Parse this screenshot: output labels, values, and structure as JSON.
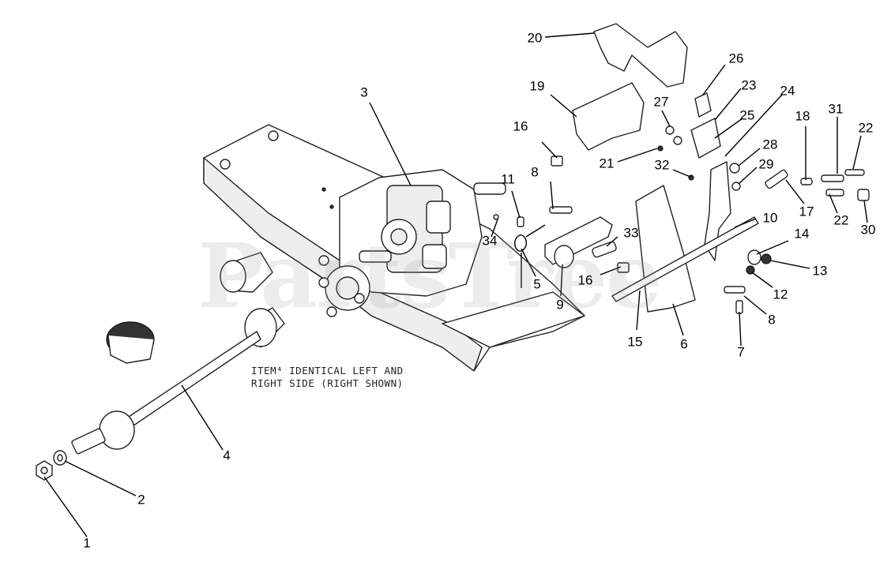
{
  "watermark": "PartsTree",
  "note": {
    "line1": "ITEM⁴ IDENTICAL LEFT AND",
    "line2": "RIGHT SIDE (RIGHT SHOWN)"
  },
  "callouts": [
    "1",
    "2",
    "3",
    "4",
    "5",
    "6",
    "7",
    "8",
    "8",
    "9",
    "10",
    "11",
    "12",
    "13",
    "14",
    "15",
    "16",
    "16",
    "17",
    "18",
    "19",
    "20",
    "21",
    "22",
    "22",
    "23",
    "24",
    "25",
    "26",
    "27",
    "28",
    "29",
    "30",
    "31",
    "32",
    "33",
    "34"
  ]
}
